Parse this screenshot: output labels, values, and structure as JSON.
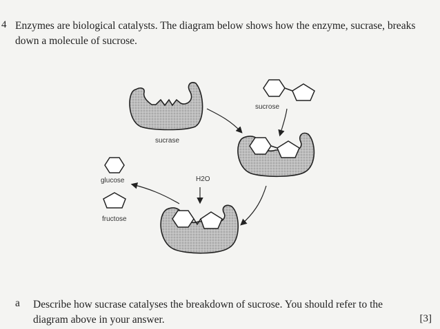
{
  "question": {
    "number": "4",
    "intro": "Enzymes are biological catalysts. The diagram below shows how the enzyme, sucrase, breaks down a molecule of sucrose."
  },
  "diagram": {
    "labels": {
      "sucrose": "sucrose",
      "sucrase": "sucrase",
      "water": "H2O",
      "glucose": "glucose",
      "fructose": "fructose"
    }
  },
  "part_a": {
    "letter": "a",
    "text": "Describe how sucrase catalyses the breakdown of sucrose. You should refer to the diagram above in your answer.",
    "marks": "[3]"
  }
}
